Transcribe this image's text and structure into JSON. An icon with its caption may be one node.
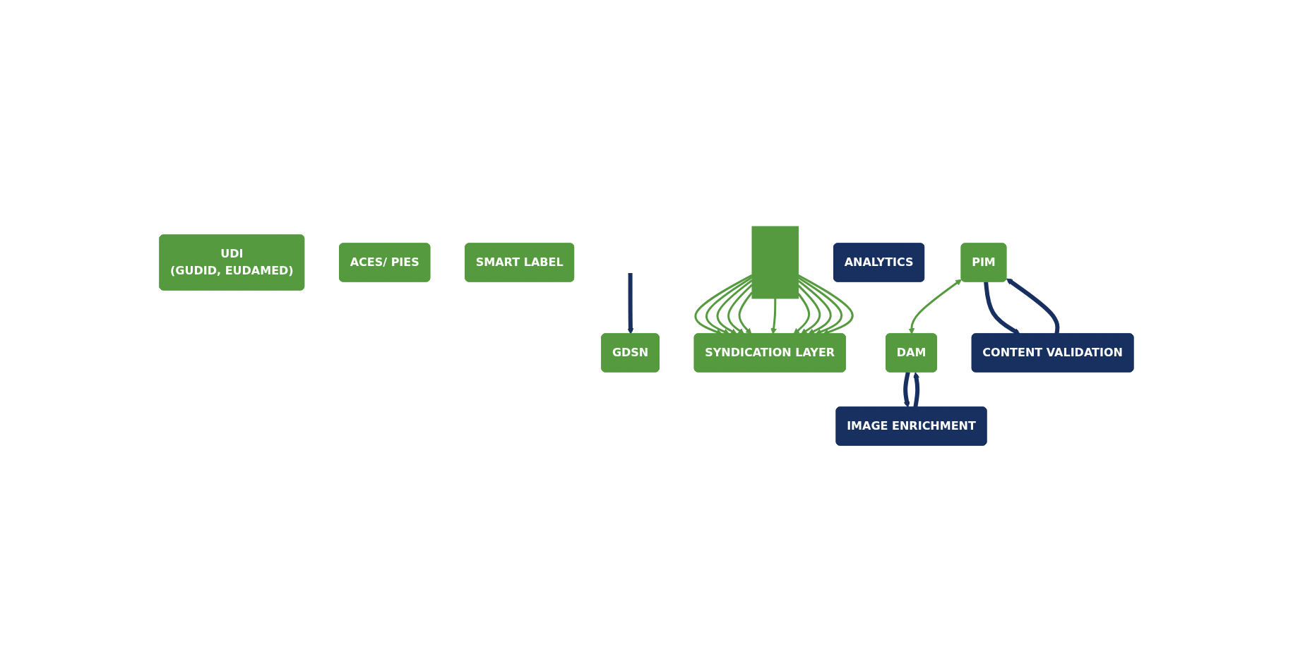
{
  "diagram": {
    "nodes": [
      {
        "text": [
          "UDI",
          "(GUDID, EUDAMED)"
        ]
      },
      {
        "text": [
          "ACES/ PIES"
        ]
      },
      {
        "text": [
          "GDSN"
        ]
      },
      {
        "text": [
          "SMART LABEL"
        ]
      },
      {
        "text": [
          "SYNDICATION LAYER"
        ]
      },
      {
        "text": [],
        "shape": "bar"
      },
      {
        "text": [
          "PIM"
        ]
      },
      {
        "text": [
          "DAM"
        ]
      },
      {
        "text": [
          "CONTENT VALIDATION"
        ]
      },
      {
        "text": [
          "IMAGE ENRICHMENT"
        ]
      },
      {
        "text": [
          "ANALYTICS"
        ]
      }
    ],
    "edges": [
      {
        "from": 6,
        "to": 7,
        "arrow": "both"
      },
      {
        "from": null,
        "to": 2,
        "arrow": "to",
        "style": "thick",
        "color": "#17305f"
      },
      {
        "from": 6,
        "to": 8,
        "arrow": "to",
        "style": "thick",
        "color": "#17305f"
      },
      {
        "from": 8,
        "to": 6,
        "arrow": "to",
        "style": "thick",
        "color": "#17305f"
      },
      {
        "from": 7,
        "to": 9,
        "arrow": "to",
        "style": "thick",
        "color": "#17305f"
      },
      {
        "from": 9,
        "to": 7,
        "arrow": "to",
        "style": "thick",
        "color": "#17305f"
      },
      {
        "from": 5,
        "to": 4,
        "arrow": "to"
      },
      {
        "from": 5,
        "to": 4,
        "arrow": "to"
      },
      {
        "from": 5,
        "to": 4,
        "arrow": "to"
      },
      {
        "from": 5,
        "to": 4,
        "arrow": "to"
      },
      {
        "from": 5,
        "to": 4,
        "arrow": "to"
      },
      {
        "from": 5,
        "to": 4,
        "arrow": "to"
      },
      {
        "from": 5,
        "to": 4,
        "arrow": "to"
      },
      {
        "from": 5,
        "to": 4,
        "arrow": "to"
      },
      {
        "from": 5,
        "to": 4,
        "arrow": "to"
      },
      {
        "from": 5,
        "to": 4,
        "arrow": "to"
      },
      {
        "from": 5,
        "to": 4,
        "arrow": "to"
      }
    ]
  }
}
